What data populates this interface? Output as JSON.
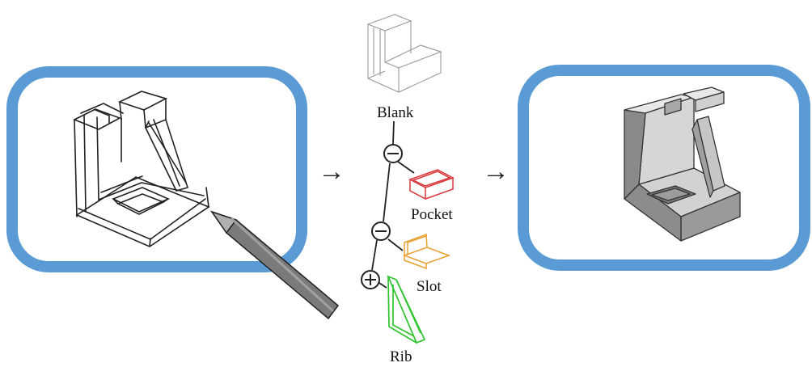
{
  "labels": {
    "blank": "Blank",
    "pocket": "Pocket",
    "slot": "Slot",
    "rib": "Rib"
  },
  "operators": {
    "op1": "subtract",
    "op2": "subtract",
    "op3": "add"
  },
  "colors": {
    "panel_border": "#5b9bd5",
    "blank": "#9a9a9a",
    "pocket": "#d9383a",
    "slot": "#e8a030",
    "rib": "#2fc42f",
    "pencil": "#7a7a7a",
    "solid_light": "#d9d9d9",
    "solid_mid": "#b3b3b3",
    "solid_dark": "#8c8c8c"
  },
  "icons": [
    "pencil-icon",
    "arrow-right-icon",
    "minus-circle-icon",
    "plus-circle-icon"
  ]
}
